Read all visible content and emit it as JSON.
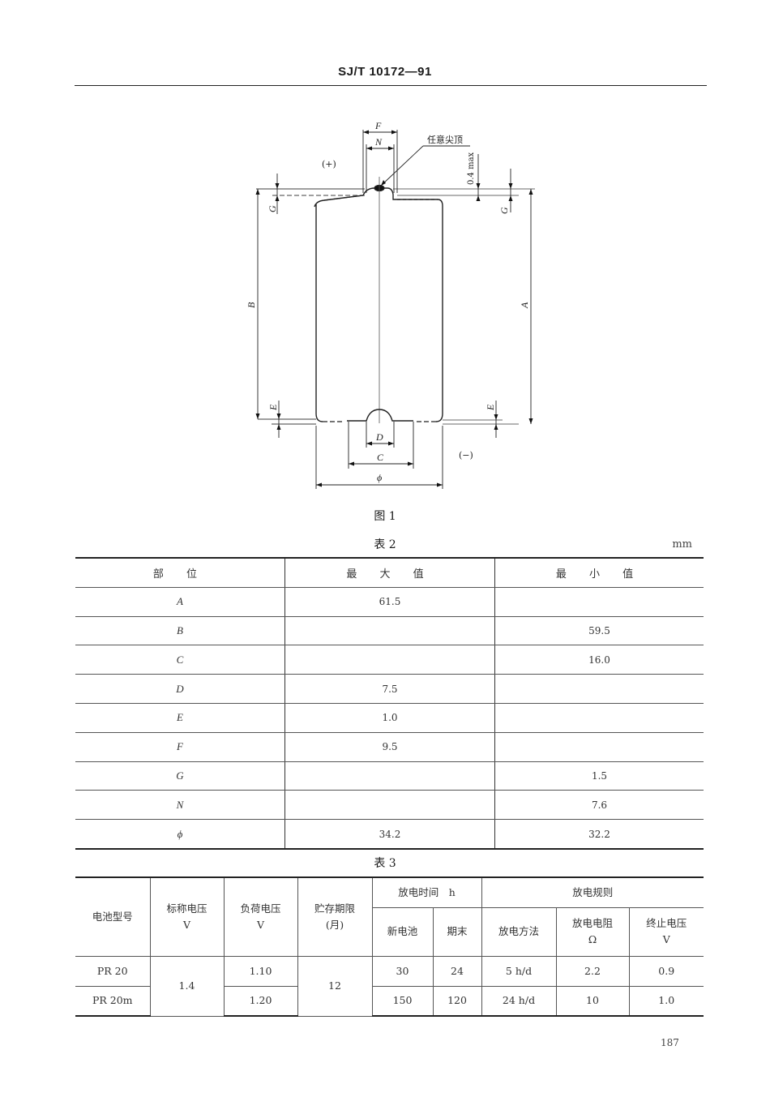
{
  "header": {
    "standard_code": "SJ/T 10172—91"
  },
  "figure": {
    "caption": "图 1",
    "labels": {
      "F": "F",
      "N": "N",
      "tip_note": "任意尖顶",
      "tolerance": "0.4 max",
      "positive": "(+)",
      "negative": "(−)",
      "A": "A",
      "B": "B",
      "C": "C",
      "D": "D",
      "E": "E",
      "G": "G",
      "phi": "ϕ"
    }
  },
  "table2": {
    "caption": "表 2",
    "unit": "mm",
    "columns": [
      "部 位",
      "最 大 值",
      "最 小 值"
    ],
    "rows": [
      {
        "part": "A",
        "max": "61.5",
        "min": ""
      },
      {
        "part": "B",
        "max": "",
        "min": "59.5"
      },
      {
        "part": "C",
        "max": "",
        "min": "16.0"
      },
      {
        "part": "D",
        "max": "7.5",
        "min": ""
      },
      {
        "part": "E",
        "max": "1.0",
        "min": ""
      },
      {
        "part": "F",
        "max": "9.5",
        "min": ""
      },
      {
        "part": "G",
        "max": "",
        "min": "1.5"
      },
      {
        "part": "N",
        "max": "",
        "min": "7.6"
      },
      {
        "part": "ϕ",
        "max": "34.2",
        "min": "32.2"
      }
    ]
  },
  "table3": {
    "caption": "表 3",
    "headers": {
      "model": "电池型号",
      "nominal_voltage": "标称电压",
      "nominal_voltage_unit": "V",
      "load_voltage": "负荷电压",
      "load_voltage_unit": "V",
      "storage": "贮存期限",
      "storage_unit": "(月)",
      "discharge_time": "放电时间　h",
      "new_battery": "新电池",
      "end_of_period": "期末",
      "discharge_rules": "放电规则",
      "method": "放电方法",
      "resistance": "放电电阻",
      "resistance_unit": "Ω",
      "cutoff": "终止电压",
      "cutoff_unit": "V"
    },
    "shared": {
      "nominal_voltage": "1.4",
      "storage": "12"
    },
    "rows": [
      {
        "model": "PR 20",
        "load_voltage": "1.10",
        "new": "30",
        "end": "24",
        "method": "5 h/d",
        "resistance": "2.2",
        "cutoff": "0.9"
      },
      {
        "model": "PR 20m",
        "load_voltage": "1.20",
        "new": "150",
        "end": "120",
        "method": "24 h/d",
        "resistance": "10",
        "cutoff": "1.0"
      }
    ]
  },
  "footer": {
    "page_number": "187"
  }
}
